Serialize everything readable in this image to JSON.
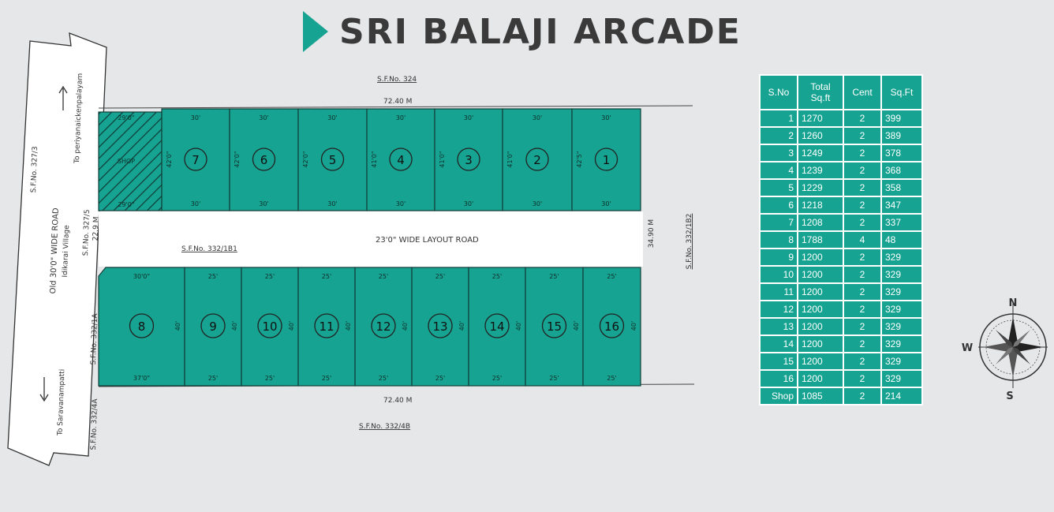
{
  "title": "SRI BALAJI ARCADE",
  "colors": {
    "plot": "#17a391",
    "road": "#ffffff",
    "background": "#e5e7e8"
  },
  "road": {
    "layout_road": "23'0\" WIDE LAYOUT ROAD",
    "main_road": "Old 30'0\" WIDE ROAD",
    "village": "Idikarai Village",
    "to_north": "To periyanaickenpalayam",
    "to_south": "To Saravanampatti"
  },
  "dims": {
    "top_length": "72.40 M",
    "bottom_length": "72.40 M",
    "right_width": "34.90 M",
    "left_width": "22.9 M"
  },
  "survey_numbers": {
    "top": "S.F.No. 324",
    "bottom": "S.F.No. 332/4B",
    "road_mid": "S.F.No. 332/1B1",
    "right": "S.F.No. 332/1B2",
    "left_top": "S.F.No. 327/3",
    "left_mid": "S.F.No. 327/5",
    "left_low": "S.F.No. 332/1A",
    "left_bottom": "S.F.No. 332/4A"
  },
  "plots_top": [
    {
      "no": "7",
      "top": "30'",
      "bottom": "30'",
      "side": "42'0\""
    },
    {
      "no": "6",
      "top": "30'",
      "bottom": "30'",
      "side": "42'0\""
    },
    {
      "no": "5",
      "top": "30'",
      "bottom": "30'",
      "side": "42'0\""
    },
    {
      "no": "4",
      "top": "30'",
      "bottom": "30'",
      "side": "41'0\""
    },
    {
      "no": "3",
      "top": "30'",
      "bottom": "30'",
      "side": "41'0\""
    },
    {
      "no": "2",
      "top": "30'",
      "bottom": "30'",
      "side": "41'0\""
    },
    {
      "no": "1",
      "top": "30'",
      "bottom": "30'",
      "side": "42'5\""
    }
  ],
  "shop": {
    "label": "SHOP",
    "top": "29'0\"",
    "bottom": "29'0\""
  },
  "plots_bottom": [
    {
      "no": "8",
      "top": "30'0\"",
      "bottom": "37'0\"",
      "side": "40'"
    },
    {
      "no": "9",
      "top": "25'",
      "bottom": "25'",
      "side": "40'"
    },
    {
      "no": "10",
      "top": "25'",
      "bottom": "25'",
      "side": "40'"
    },
    {
      "no": "11",
      "top": "25'",
      "bottom": "25'",
      "side": "40'"
    },
    {
      "no": "12",
      "top": "25'",
      "bottom": "25'",
      "side": "40'"
    },
    {
      "no": "13",
      "top": "25'",
      "bottom": "25'",
      "side": "40'"
    },
    {
      "no": "14",
      "top": "25'",
      "bottom": "25'",
      "side": "40'"
    },
    {
      "no": "15",
      "top": "25'",
      "bottom": "25'",
      "side": "40'"
    },
    {
      "no": "16",
      "top": "25'",
      "bottom": "25'",
      "side": "40'"
    }
  ],
  "table": {
    "headers": [
      "S.No",
      "Total Sq.ft",
      "Cent",
      "Sq.Ft"
    ],
    "rows": [
      [
        "1",
        "1270",
        "2",
        "399"
      ],
      [
        "2",
        "1260",
        "2",
        "389"
      ],
      [
        "3",
        "1249",
        "2",
        "378"
      ],
      [
        "4",
        "1239",
        "2",
        "368"
      ],
      [
        "5",
        "1229",
        "2",
        "358"
      ],
      [
        "6",
        "1218",
        "2",
        "347"
      ],
      [
        "7",
        "1208",
        "2",
        "337"
      ],
      [
        "8",
        "1788",
        "4",
        "48"
      ],
      [
        "9",
        "1200",
        "2",
        "329"
      ],
      [
        "10",
        "1200",
        "2",
        "329"
      ],
      [
        "11",
        "1200",
        "2",
        "329"
      ],
      [
        "12",
        "1200",
        "2",
        "329"
      ],
      [
        "13",
        "1200",
        "2",
        "329"
      ],
      [
        "14",
        "1200",
        "2",
        "329"
      ],
      [
        "15",
        "1200",
        "2",
        "329"
      ],
      [
        "16",
        "1200",
        "2",
        "329"
      ],
      [
        "Shop",
        "1085",
        "2",
        "214"
      ]
    ]
  },
  "compass": {
    "n": "N",
    "s": "S",
    "w": "W"
  }
}
